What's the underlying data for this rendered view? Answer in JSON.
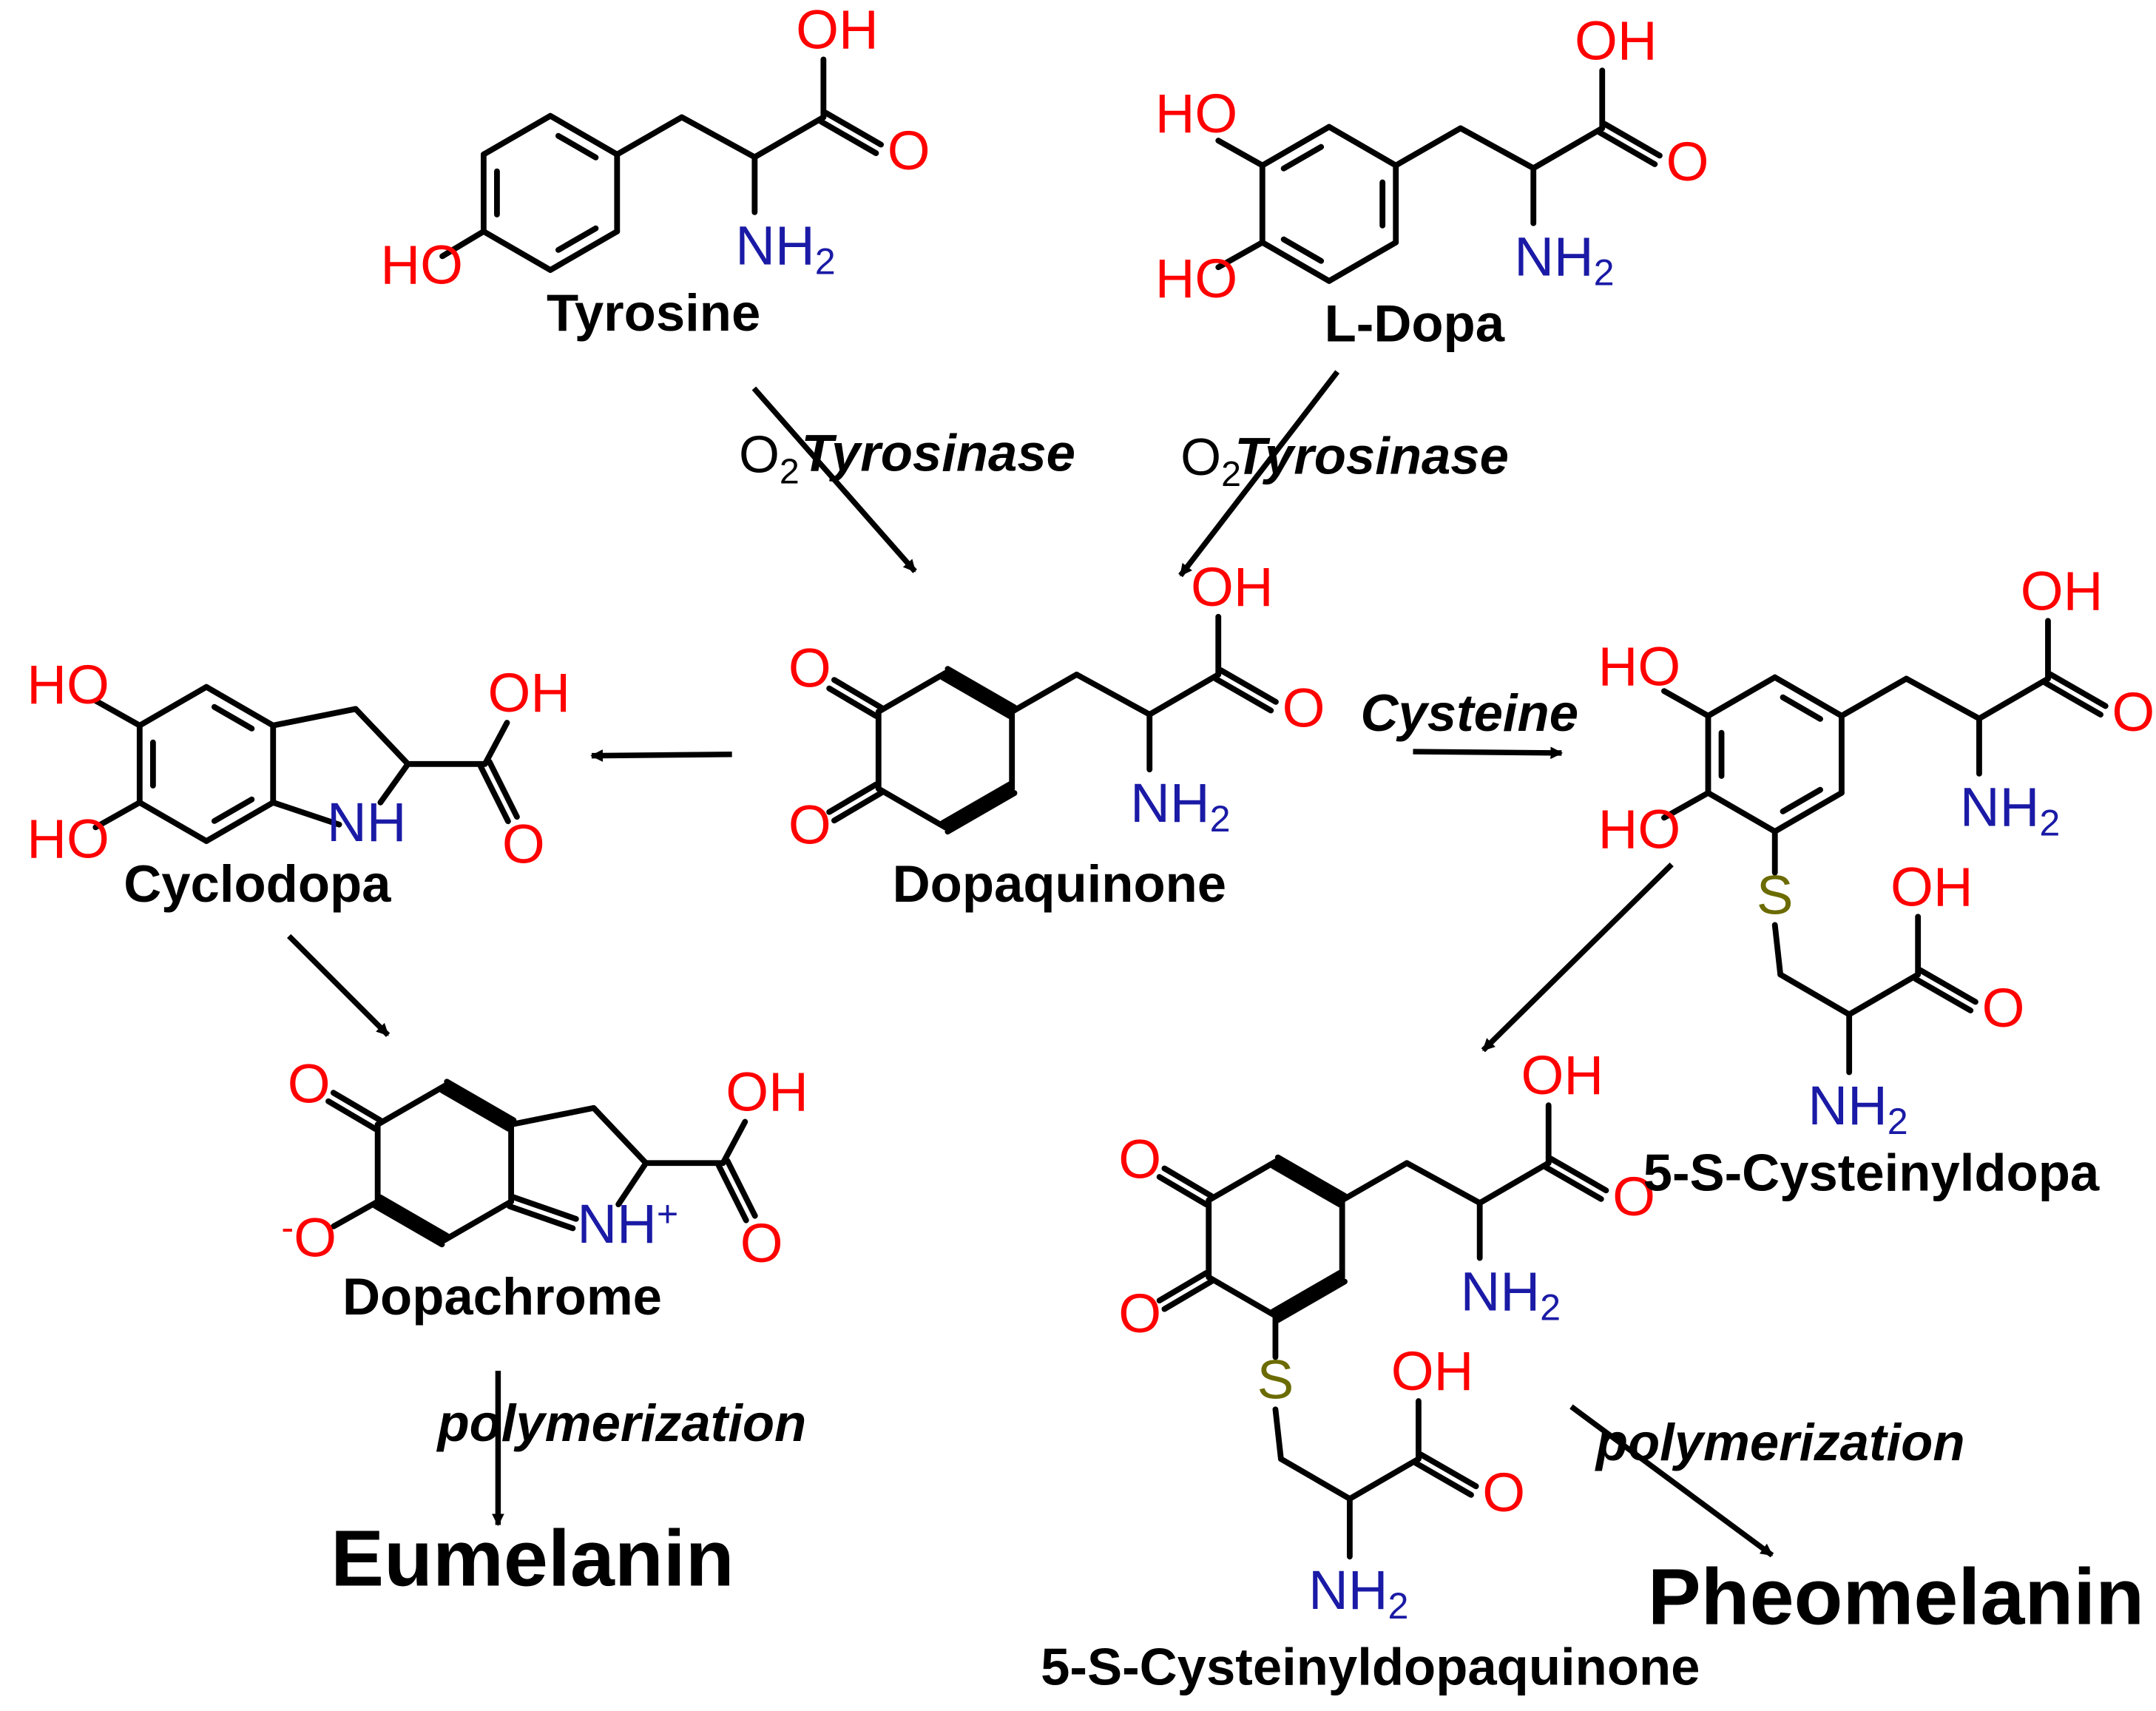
{
  "colors": {
    "bond": "#000000",
    "oxygen": "#ff0000",
    "nitrogen": "#1a1aa6",
    "sulfur": "#6b6b00",
    "text": "#000000"
  },
  "compounds": {
    "tyrosine": "Tyrosine",
    "ldopa": "L-Dopa",
    "dopaquinone": "Dopaquinone",
    "cyclodopa": "Cyclodopa",
    "dopachrome": "Dopachrome",
    "cysteinyldopa": "5-S-Cysteinyldopa",
    "cysteinyldopaquinone": "5-S-Cysteinyldopaquinone"
  },
  "products": {
    "eumelanin": "Eumelanin",
    "pheomelanin": "Pheomelanin"
  },
  "conditions": {
    "tyrosinase_1": "Tyrosinase",
    "tyrosinase_2": "Tyrosinase",
    "cysteine": "Cysteine",
    "polymerization_1": "polymerization",
    "polymerization_2": "polymerization"
  },
  "reagents": {
    "o2_1": "O",
    "o2_2": "O",
    "subscript_two": "2"
  },
  "atom_labels": {
    "oh": "OH",
    "ho": "HO",
    "o": "O",
    "nh2": "NH",
    "nh2_sub": "2",
    "nh": "NH",
    "nhplus": "NH",
    "plus": "+",
    "s": "S",
    "minus": "-"
  }
}
